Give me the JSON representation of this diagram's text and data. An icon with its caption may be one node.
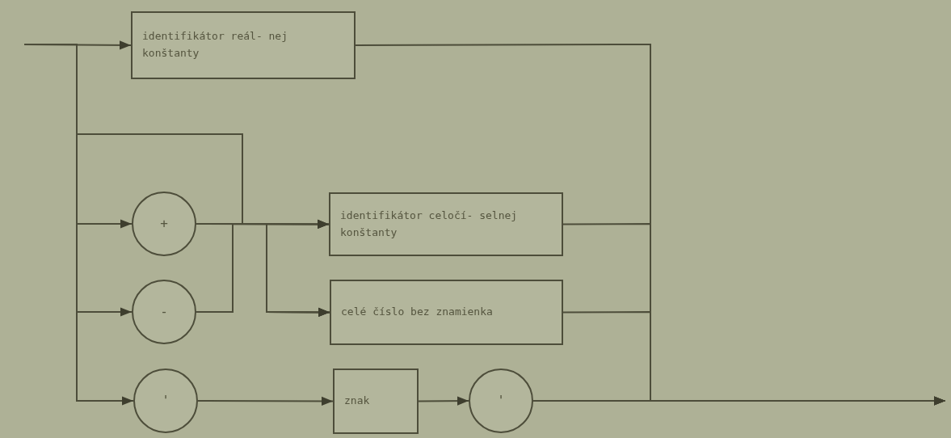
{
  "diagram": {
    "nodes": [
      {
        "text": [
          "identifikátor reál- nej konštanty"
        ]
      },
      {
        "text": [
          "+"
        ]
      },
      {
        "text": [
          "identifikátor celočí- selnej konštanty"
        ]
      },
      {
        "text": [
          "-"
        ]
      },
      {
        "text": [
          "celé číslo bez znamienka"
        ]
      },
      {
        "text": [
          "'"
        ]
      },
      {
        "text": [
          "znak"
        ]
      },
      {
        "text": [
          "'"
        ]
      }
    ],
    "edges": [
      {
        "from": null,
        "to": 0,
        "arrow": "to"
      },
      {
        "from": null,
        "to": 1,
        "arrow": "to"
      },
      {
        "from": null,
        "to": 3,
        "arrow": "to"
      },
      {
        "from": null,
        "to": 5,
        "arrow": "to"
      },
      {
        "from": null,
        "to": 2,
        "arrow": "to"
      },
      {
        "from": null,
        "to": 4,
        "arrow": "to"
      },
      {
        "from": 1,
        "to": 2,
        "arrow": "to"
      },
      {
        "from": 1,
        "to": 4,
        "arrow": "to"
      },
      {
        "from": 3,
        "to": 2,
        "arrow": "to"
      },
      {
        "from": 3,
        "to": 4,
        "arrow": "to"
      },
      {
        "from": 5,
        "to": 6,
        "arrow": "to"
      },
      {
        "from": 6,
        "to": 7,
        "arrow": "to"
      },
      {
        "from": 0,
        "to": null,
        "arrow": "to"
      },
      {
        "from": 2,
        "to": null,
        "arrow": "to"
      },
      {
        "from": 4,
        "to": null,
        "arrow": "to"
      },
      {
        "from": 7,
        "to": null,
        "arrow": "to"
      }
    ]
  }
}
